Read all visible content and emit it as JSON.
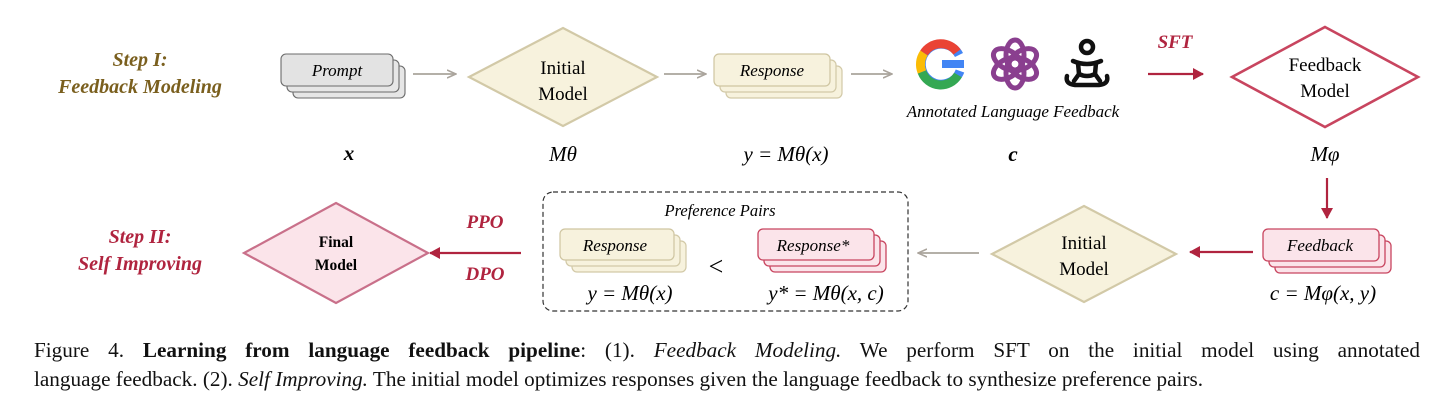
{
  "step1": {
    "line1": "Step I:",
    "line2": "Feedback Modeling"
  },
  "step2": {
    "line1": "Step II:",
    "line2": "Self Improving"
  },
  "colors": {
    "gold": "#7a5f1e",
    "crimson": "#b0243f",
    "tan": "#d7ceb1",
    "tan_fill": "#f7f2dd",
    "pink_fill": "#fbe4ea",
    "pink_border": "#c8455f",
    "grey_fill": "#e3e3e3"
  },
  "top_row": {
    "prompt": "Prompt",
    "prompt_math": "x",
    "initial_model_line1": "Initial",
    "initial_model_line2": "Model",
    "initial_model_math": "Mθ",
    "response": "Response",
    "response_math": "y = Mθ(x)",
    "icons": [
      "google-icon",
      "openai-icon",
      "human-annotator-icon"
    ],
    "annotated_label": "Annotated Language Feedback",
    "annotated_math": "c",
    "sft_label": "SFT",
    "feedback_model_line1": "Feedback",
    "feedback_model_line2": "Model",
    "feedback_model_math": "Mφ"
  },
  "bottom_row": {
    "feedback": "Feedback",
    "feedback_math": "c = Mφ(x, y)",
    "initial_model_line1": "Initial",
    "initial_model_line2": "Model",
    "preference_title": "Preference Pairs",
    "response": "Response",
    "response_math": "y = Mθ(x)",
    "less_than": "<",
    "response_star": "Response*",
    "response_star_math": "y* = Mθ(x, c)",
    "ppo_label": "PPO",
    "dpo_label": "DPO",
    "final_model_line1": "Final",
    "final_model_line2": "Model"
  },
  "caption": {
    "prefix": "Figure 4.",
    "bold_title": "Learning from language feedback pipeline",
    "part1_num": ": (1).",
    "part1_italic": "Feedback Modeling.",
    "part1_text": "We perform SFT on the initial model using annotated",
    "line2_text_a": "language feedback. (2).",
    "part2_italic": "Self Improving.",
    "part2_text": "The initial model optimizes responses given the language feedback to synthesize preference pairs."
  }
}
